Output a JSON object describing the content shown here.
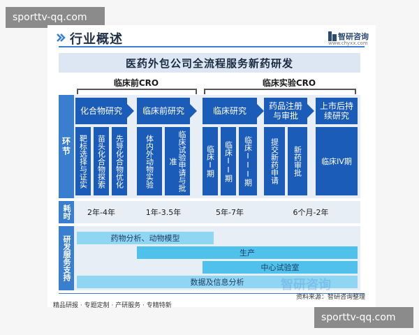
{
  "watermark": {
    "top": "sporttv-qq.com",
    "bottom": "sporttv-qq.com"
  },
  "header": {
    "title": "行业概述",
    "logo_name": "智研咨询",
    "logo_url": "www.chyxx.com"
  },
  "main_title": "医药外包公司全流程服务新药研发",
  "phases": {
    "preclinical": "临床前CRO",
    "clinical": "临床实验CRO"
  },
  "side_labels": {
    "stages": "环节",
    "duration": "耗时",
    "support": "研发服务支持"
  },
  "stages": [
    {
      "label": "化合物研究",
      "subs": [
        "靶标选择与证实",
        "苗头化合物探索",
        "先导化合物优化"
      ]
    },
    {
      "label": "临床前研究",
      "subs": [
        "体内外动物实验",
        "临床试验申请与批准"
      ]
    },
    {
      "label": "临床研究",
      "subs": [
        "临床I期",
        "临床II期",
        "临床III期"
      ]
    },
    {
      "label": "药品注册与审批",
      "subs": [
        "提交新药申请",
        "新药审批"
      ]
    },
    {
      "label": "上市后持续研究",
      "subs": [
        "临床IV期"
      ]
    }
  ],
  "durations": [
    "2年-4年",
    "1年-3.5年",
    "5年-7年",
    "6个月-2年"
  ],
  "support_bars": [
    "药物分析、动物模型",
    "生产",
    "中心试验室",
    "数据及信息分析"
  ],
  "footer": {
    "left": "精品研报 · 专题定制 · 产研服务 · 专精特新",
    "right": "资料来源：智研咨询整理",
    "ghost_logo": "智研咨询"
  },
  "colors": {
    "stage_blue": "#1b5cb8",
    "side_blue": "#3a7fcf",
    "bar_cyan": "#4fc1ea",
    "title_bg": "#dce7f3"
  }
}
